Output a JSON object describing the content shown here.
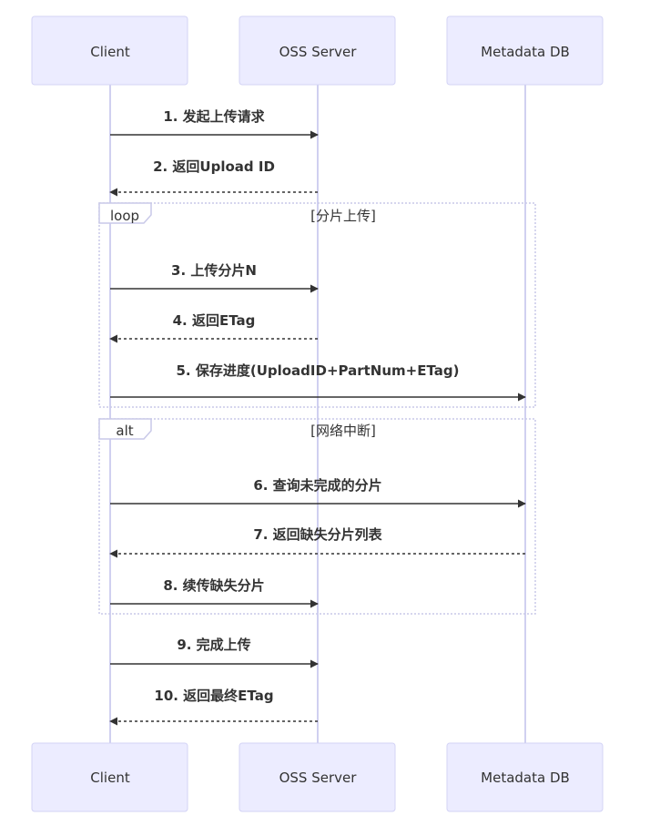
{
  "participants": [
    {
      "id": "client",
      "label": "Client"
    },
    {
      "id": "oss",
      "label": "OSS Server"
    },
    {
      "id": "db",
      "label": "Metadata DB"
    }
  ],
  "messages": [
    {
      "label": "1. 发起上传请求",
      "from": "client",
      "to": "oss",
      "style": "solid"
    },
    {
      "label": "2. 返回Upload ID",
      "from": "oss",
      "to": "client",
      "style": "dashed"
    },
    {
      "label": "3. 上传分片N",
      "from": "client",
      "to": "oss",
      "style": "solid"
    },
    {
      "label": "4. 返回ETag",
      "from": "oss",
      "to": "client",
      "style": "dashed"
    },
    {
      "label": "5. 保存进度(UploadID+PartNum+ETag)",
      "from": "client",
      "to": "db",
      "style": "solid"
    },
    {
      "label": "6. 查询未完成的分片",
      "from": "client",
      "to": "db",
      "style": "solid"
    },
    {
      "label": "7. 返回缺失分片列表",
      "from": "db",
      "to": "client",
      "style": "dashed"
    },
    {
      "label": "8. 续传缺失分片",
      "from": "client",
      "to": "oss",
      "style": "solid"
    },
    {
      "label": "9. 完成上传",
      "from": "client",
      "to": "oss",
      "style": "solid"
    },
    {
      "label": "10. 返回最终ETag",
      "from": "oss",
      "to": "client",
      "style": "dashed"
    }
  ],
  "frames": [
    {
      "keyword": "loop",
      "condition": "[分片上传]"
    },
    {
      "keyword": "alt",
      "condition": "[网络中断]"
    }
  ],
  "colors": {
    "actor_fill": "#ECECFF",
    "actor_border": "#D3D3F5",
    "lifeline": "#D0D0F0",
    "arrow": "#333333",
    "frame_border": "#C9C9E8"
  }
}
